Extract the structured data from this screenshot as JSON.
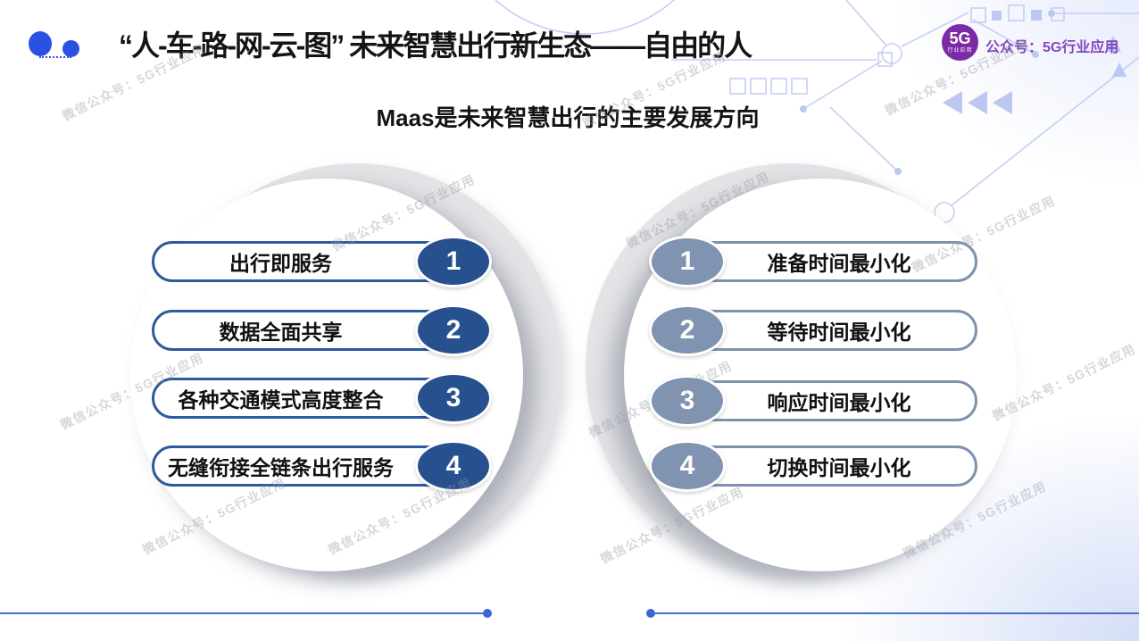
{
  "slide": {
    "title": "“人-车-路-网-云-图” 未来智慧出行新生态——自由的人",
    "subtitle": "Maas是未来智慧出行的主要发展方向"
  },
  "header_badge": {
    "logo_text": "5G",
    "logo_subtext": "行业应用",
    "account_label": "公众号：5G行业应用"
  },
  "watermark": {
    "text": "微信公众号：5G行业应用"
  },
  "left_group": {
    "items": [
      {
        "num": "1",
        "label": "出行即服务"
      },
      {
        "num": "2",
        "label": "数据全面共享"
      },
      {
        "num": "3",
        "label": "各种交通模式高度整合"
      },
      {
        "num": "4",
        "label": "无缝衔接全链条出行服务"
      }
    ]
  },
  "right_group": {
    "items": [
      {
        "num": "1",
        "label": "准备时间最小化"
      },
      {
        "num": "2",
        "label": "等待时间最小化"
      },
      {
        "num": "3",
        "label": "响应时间最小化"
      },
      {
        "num": "4",
        "label": "切换时间最小化"
      }
    ]
  },
  "colors": {
    "left_badge": "#27508f",
    "left_border": "#2e5a9e",
    "right_badge": "#8093b0",
    "right_border": "#7e92ae",
    "title_dots": "#2b51e3",
    "divider": "#4a6fd0",
    "logo_purple": "#7b2ba6",
    "account_text": "#8448bd",
    "crescent_gray": "#e4e4e7"
  }
}
